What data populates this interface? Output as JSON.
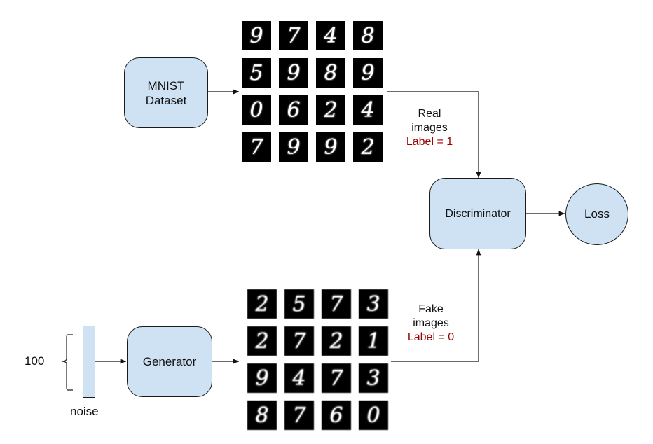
{
  "nodes": {
    "mnist": {
      "line1": "MNIST",
      "line2": "Dataset"
    },
    "generator": {
      "label": "Generator"
    },
    "discriminator": {
      "label": "Discriminator"
    },
    "loss": {
      "label": "Loss"
    },
    "noise": {
      "label": "noise",
      "dimension": "100"
    }
  },
  "edge_labels": {
    "real": {
      "line1": "Real",
      "line2": "images",
      "label": "Label = 1"
    },
    "fake": {
      "line1": "Fake",
      "line2": "images",
      "label": "Label = 0"
    }
  },
  "real_digits": [
    "9",
    "7",
    "4",
    "8",
    "5",
    "9",
    "8",
    "9",
    "0",
    "6",
    "2",
    "4",
    "7",
    "9",
    "9",
    "2"
  ],
  "fake_digits": [
    "2",
    "5",
    "7",
    "3",
    "2",
    "7",
    "2",
    "1",
    "9",
    "4",
    "7",
    "3",
    "8",
    "7",
    "6",
    "0"
  ],
  "colors": {
    "node_fill": "#cfe2f3",
    "label_red": "#990000",
    "stroke": "#1a1a1a"
  }
}
